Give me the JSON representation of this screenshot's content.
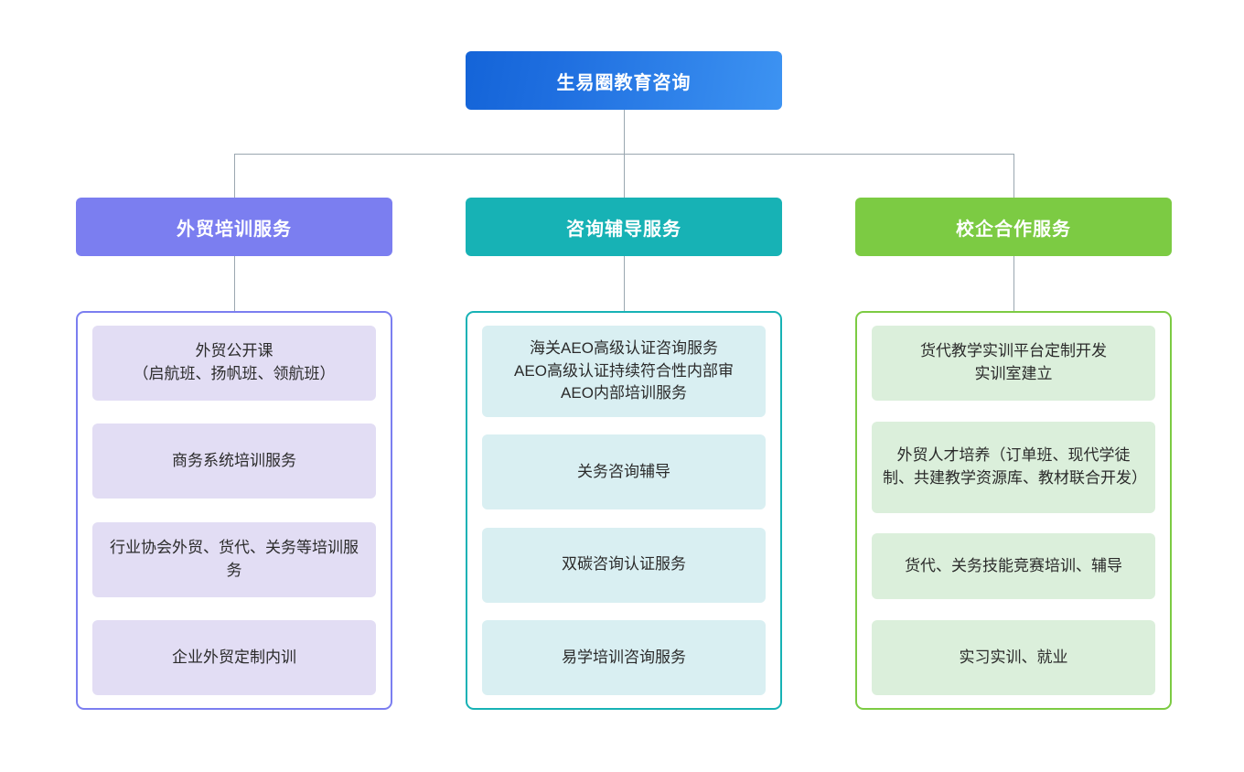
{
  "diagram": {
    "type": "organization-chart",
    "orientation": "top-down",
    "root": {
      "label": "生易圈教育咨询",
      "color": "#1f6fe0",
      "gradient_from": "#1464d8",
      "gradient_to": "#3d93f2",
      "text_color": "#ffffff"
    },
    "connector_color": "#9aa7b0",
    "branches": [
      {
        "label": "外贸培训服务",
        "color": "#7b7ef0",
        "leaf_background": "#e2ddf4",
        "text_color": "#ffffff",
        "items": [
          "外贸公开课\n（启航班、扬帆班、领航班）",
          "商务系统培训服务",
          "行业协会外贸、货代、关务等培训服务",
          "企业外贸定制内训"
        ]
      },
      {
        "label": "咨询辅导服务",
        "color": "#17b2b5",
        "leaf_background": "#d9eff2",
        "text_color": "#ffffff",
        "items": [
          "海关AEO高级认证咨询服务\nAEO高级认证持续符合性内部审\nAEO内部培训服务",
          "关务咨询辅导",
          "双碳咨询认证服务",
          "易学培训咨询服务"
        ]
      },
      {
        "label": "校企合作服务",
        "color": "#7ccb43",
        "leaf_background": "#dbefdb",
        "text_color": "#ffffff",
        "items": [
          "货代教学实训平台定制开发\n实训室建立",
          "外贸人才培养（订单班、现代学徒制、共建教学资源库、教材联合开发）",
          "货代、关务技能竞赛培训、辅导",
          "实习实训、就业"
        ]
      }
    ]
  }
}
